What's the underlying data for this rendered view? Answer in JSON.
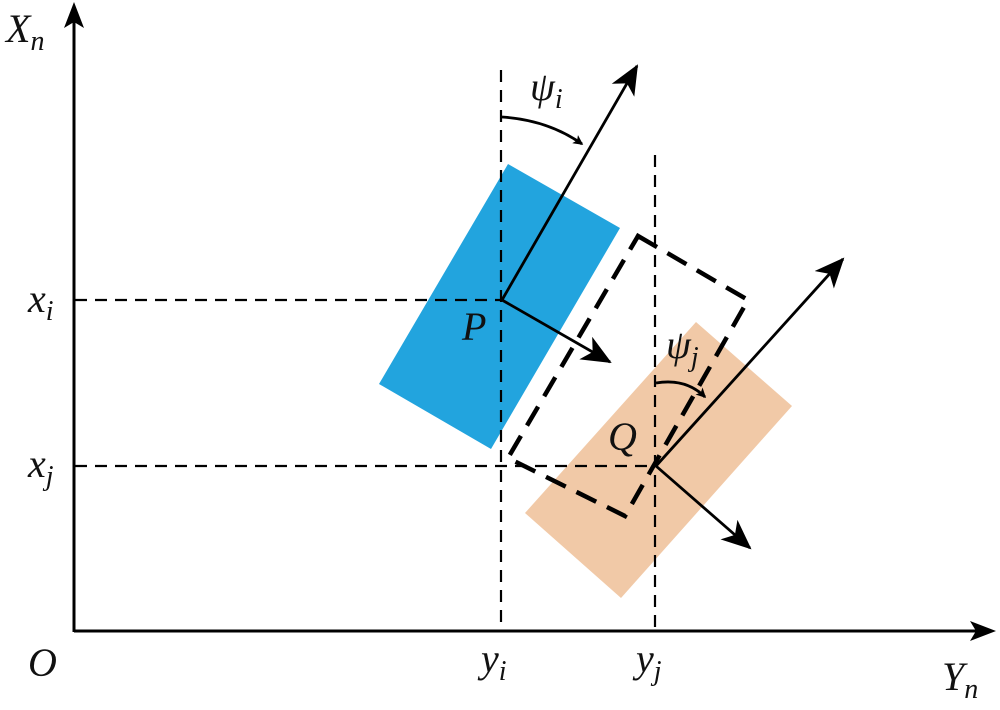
{
  "axes": {
    "vertical": {
      "name": "X",
      "sub": "n"
    },
    "horizontal": {
      "name": "Y",
      "sub": "n"
    },
    "origin": "O"
  },
  "ticks": {
    "xi": {
      "name": "x",
      "sub": "i"
    },
    "xj": {
      "name": "x",
      "sub": "j"
    },
    "yi": {
      "name": "y",
      "sub": "i"
    },
    "yj": {
      "name": "y",
      "sub": "j"
    }
  },
  "points": {
    "p": "P",
    "q": "Q"
  },
  "angles": {
    "psi_i": {
      "name": "ψ",
      "sub": "i"
    },
    "psi_j": {
      "name": "ψ",
      "sub": "j"
    }
  },
  "colors": {
    "vessel_i": "#22a4de",
    "vessel_j": "#f1c9a7",
    "ink": "#000000"
  }
}
